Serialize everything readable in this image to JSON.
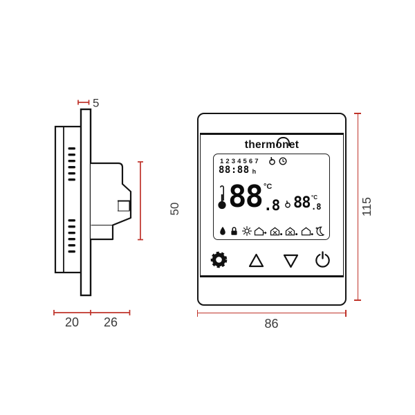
{
  "title": "thermostat dimensional drawing",
  "colors": {
    "dimension_line": "#bf3229",
    "outline": "#141414",
    "dimension_text": "#3a3a3a"
  },
  "side_view": {
    "dims": {
      "front_plate_thickness": "5",
      "body_height": "50",
      "wall_box_depth": "20",
      "front_depth": "26"
    }
  },
  "front_view": {
    "logo": "thermonet",
    "dims": {
      "width": "86",
      "height": "115"
    },
    "lcd": {
      "days": "1234567",
      "time": "88:88",
      "time_unit": "h",
      "main_temp": {
        "int": "88",
        "dec": ".8",
        "unit": "°C"
      },
      "set_temp": {
        "int": "88",
        "dec": ".8",
        "unit": "°C"
      }
    }
  }
}
